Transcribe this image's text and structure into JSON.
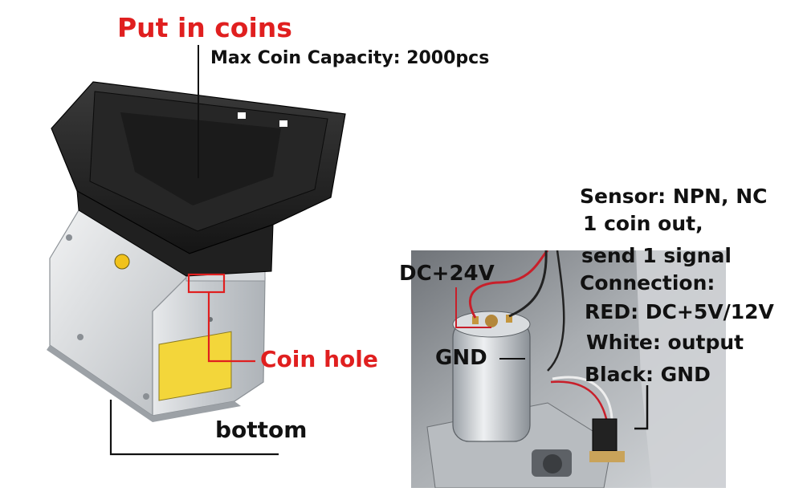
{
  "labels": {
    "put_in_coins": "Put in coins",
    "capacity": "Max Coin Capacity: 2000pcs",
    "coin_hole": "Coin hole",
    "bottom": "bottom",
    "dc24": "DC+24V",
    "gnd": "GND",
    "sensor": "Sensor: NPN, NC",
    "coin_out": "1 coin out,",
    "signal": "send 1 signal",
    "connection": "Connection:",
    "red_wire": "RED: DC+5V/12V",
    "white_wire": "White: output",
    "black_wire": "Black: GND"
  },
  "colors": {
    "accent_red": "#e01f1f",
    "hopper_black": "#1e1e1e",
    "steel": "#c9ccd0"
  }
}
